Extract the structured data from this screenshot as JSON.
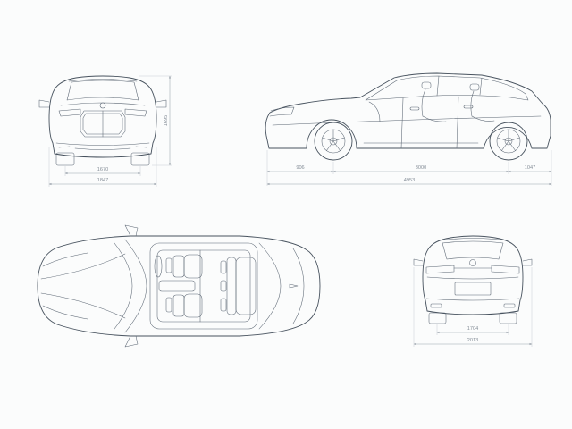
{
  "drawing": {
    "type": "vehicle-dimensions-blueprint",
    "vehicle": "suv"
  },
  "colors": {
    "background": "#fbfcfc",
    "car_line": "#47525e",
    "dimension_line": "#9aa2ab",
    "dimension_text": "#848d97"
  },
  "views": {
    "front": {
      "track_width": "1670",
      "overall_width": "1847",
      "height": "1695"
    },
    "side": {
      "front_overhang": "906",
      "wheelbase": "3000",
      "rear_overhang": "1047",
      "overall_length": "4953"
    },
    "top": {},
    "rear": {
      "track_width": "1704",
      "overall_width": "2013"
    }
  }
}
